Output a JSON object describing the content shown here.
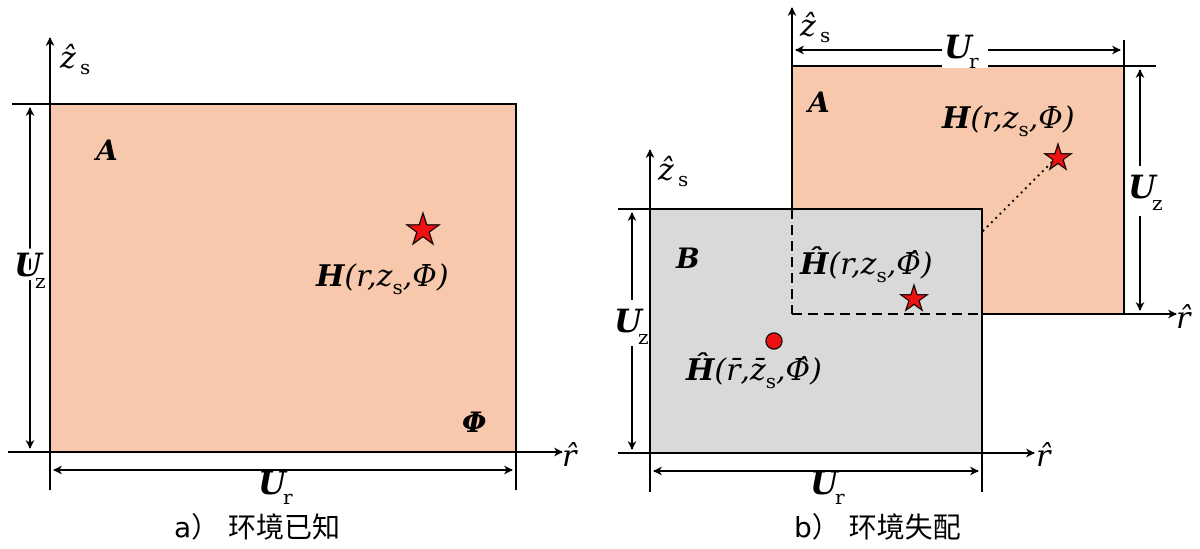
{
  "panel_a": {
    "caption": "a） 环境已知",
    "axis_z_hat": "ẑ",
    "axis_z_sub": "s",
    "axis_r_hat": "r̂",
    "region_label": "A",
    "star_label_H": "H",
    "star_label_args": "(r,z",
    "star_label_sub": "s",
    "star_label_phi": ",Φ)",
    "corner_label": "Φ",
    "dim_uz": "U",
    "dim_uz_sub": "z",
    "dim_ur": "U",
    "dim_ur_sub": "r",
    "fill_color": "#f7c8ab"
  },
  "panel_b": {
    "caption": "b） 环境失配",
    "axis_z_hat": "ẑ",
    "axis_z_sub": "s",
    "axis_r_hat": "r̂",
    "region_a_label": "A",
    "region_b_label": "B",
    "true_label_H": "H",
    "true_label_args": "(r,z",
    "true_label_sub": "s",
    "true_label_phi": ",Φ)",
    "est_label_H": "Ĥ",
    "est_label_args": "(r,z",
    "est_label_sub": "s",
    "est_label_phi": ",Φ̂)",
    "mean_label_H": "Ĥ",
    "mean_label_args": "(r̄,z̄",
    "mean_label_sub": "s",
    "mean_label_phi": ",Φ̂)",
    "dim_ur": "U",
    "dim_ur_sub": "r",
    "dim_uz": "U",
    "dim_uz_sub": "z",
    "fill_color_a": "#f7c8ab",
    "fill_color_b": "#d9d9d9"
  },
  "colors": {
    "marker_red": "#ee1111",
    "stroke": "#000000"
  }
}
